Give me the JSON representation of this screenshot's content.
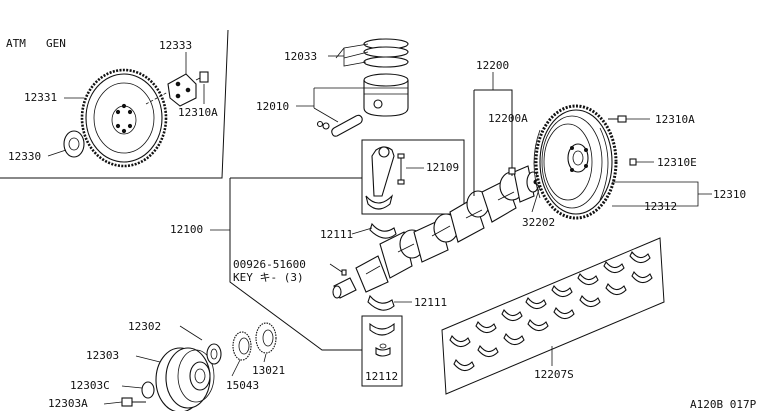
{
  "inset": {
    "label_atm": "ATM",
    "label_gen": "GEN"
  },
  "drawing_code": "A120B 017P",
  "callouts": {
    "p12333": "12333",
    "p12331": "12331",
    "p12310A_inset": "12310A",
    "p12330": "12330",
    "p12033": "12033",
    "p12010": "12010",
    "p12200": "12200",
    "p12200A": "12200A",
    "p12310A": "12310A",
    "p12310E": "12310E",
    "p12310": "12310",
    "p12312": "12312",
    "p32202": "32202",
    "p12109": "12109",
    "p12100": "12100",
    "p12111_top": "12111",
    "p00926": "00926-51600",
    "p_key": "KEY  キ-  (3)",
    "p12111_bottom": "12111",
    "p12302": "12302",
    "p12303": "12303",
    "p12303C": "12303C",
    "p12303A": "12303A",
    "p15043": "15043",
    "p13021": "13021",
    "p12112": "12112",
    "p12207S": "12207S"
  }
}
